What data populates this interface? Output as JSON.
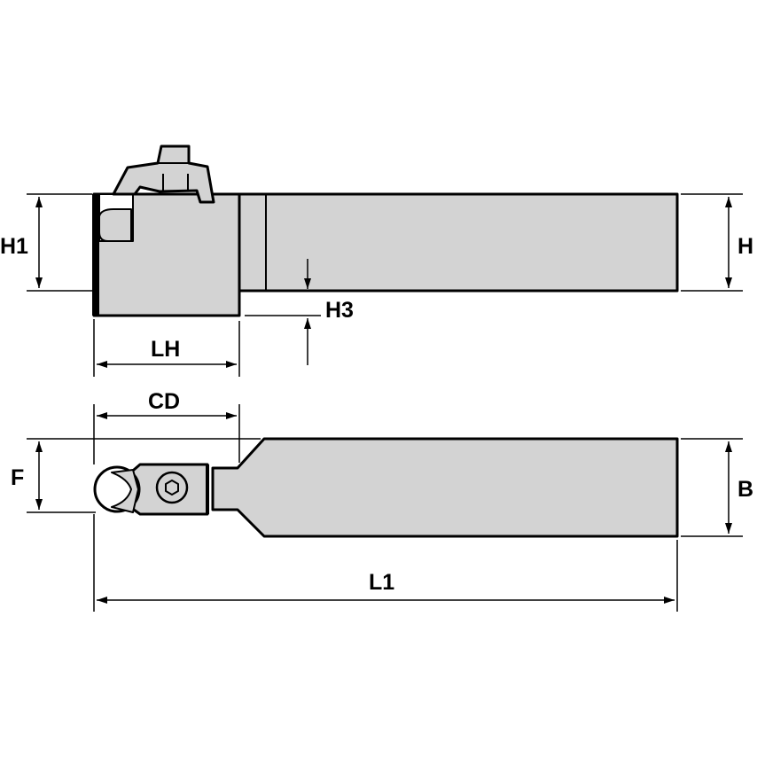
{
  "colors": {
    "body_fill": "#d3d3d3",
    "outline": "#000000",
    "background": "#ffffff"
  },
  "dimensions": {
    "h1": "H1",
    "h": "H",
    "h3": "H3",
    "lh": "LH",
    "cd": "CD",
    "f": "F",
    "b": "B",
    "l1": "L1"
  },
  "views": {
    "side": "side-view",
    "top": "top-view"
  }
}
